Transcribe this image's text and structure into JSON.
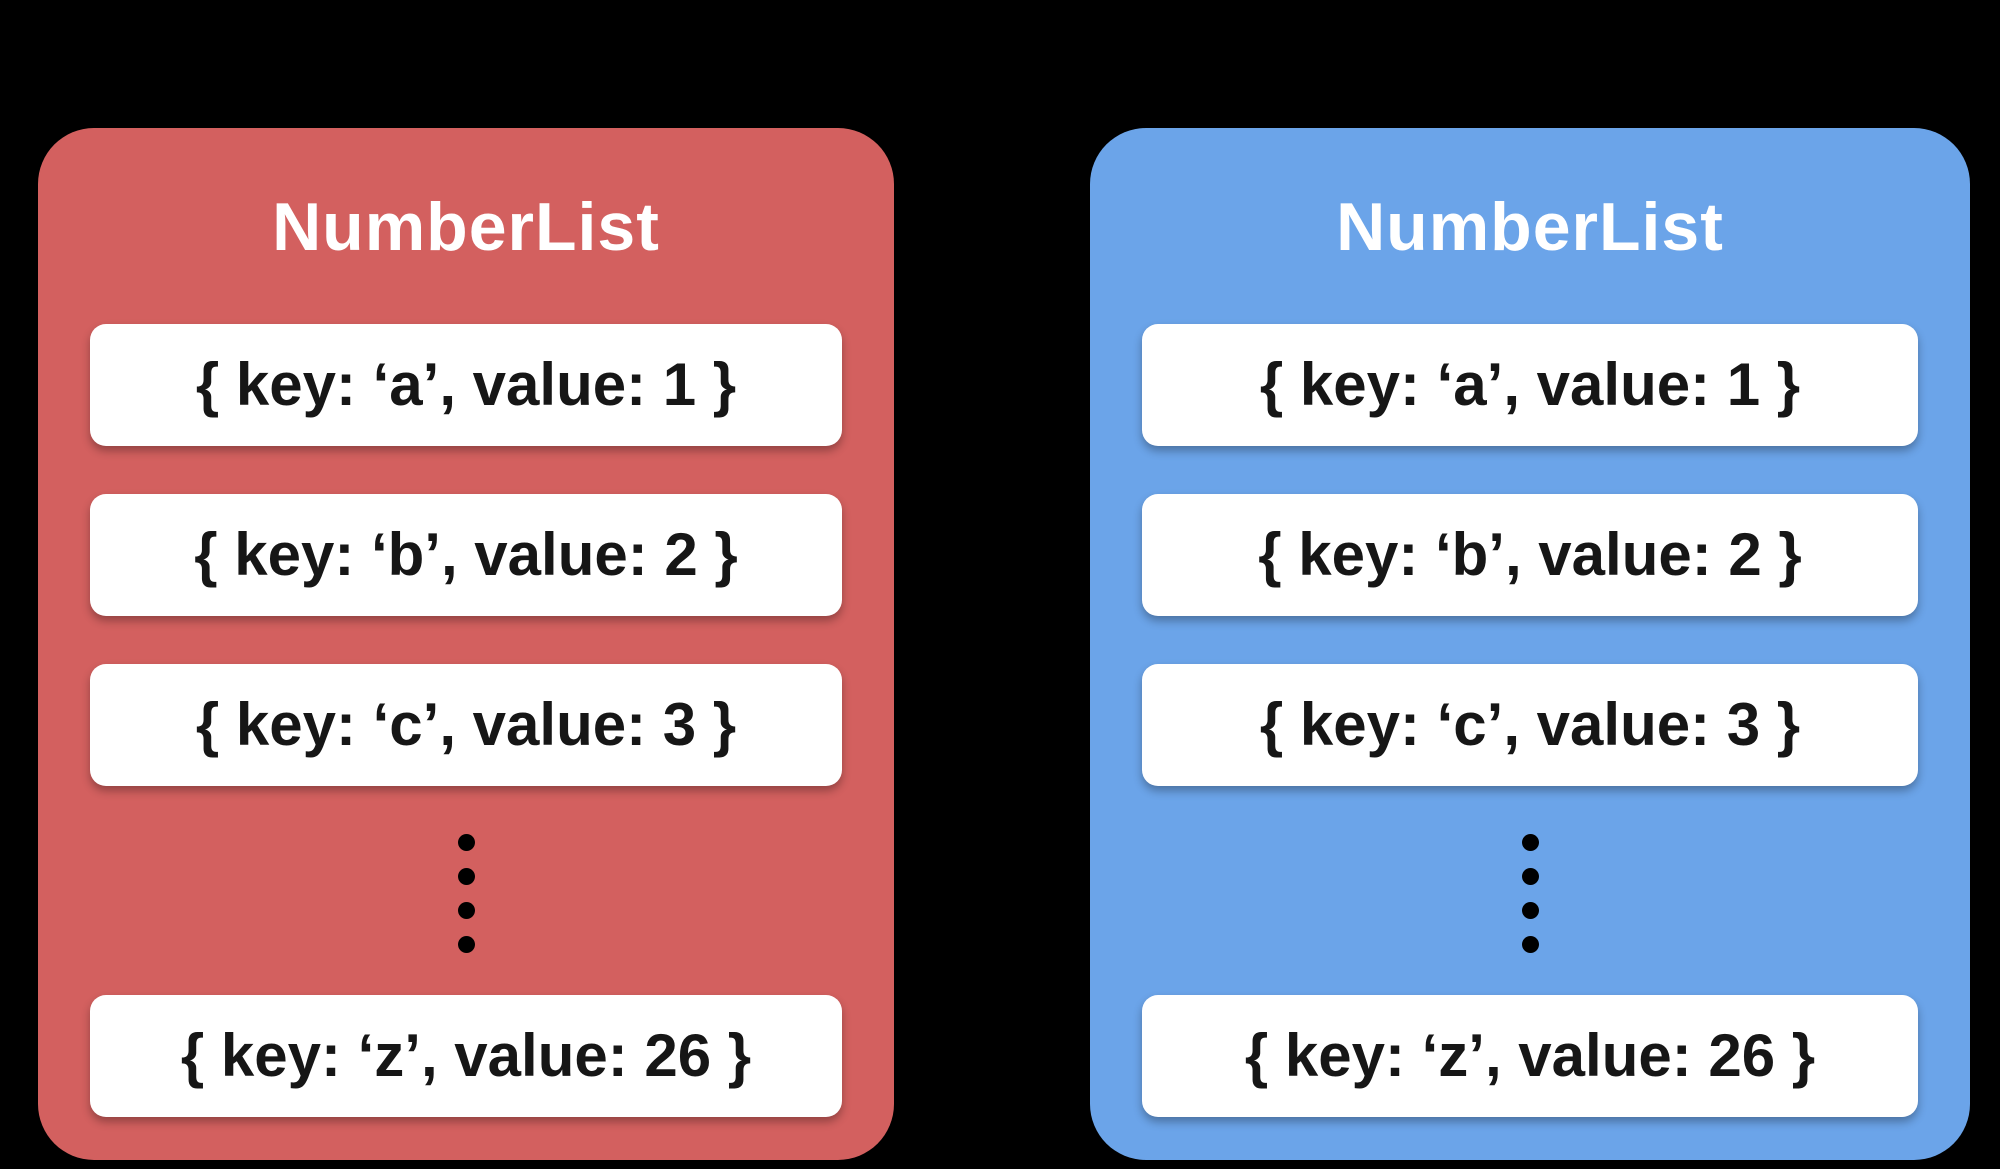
{
  "background_color": "#000000",
  "ellipsis_dots_per_card": 4,
  "cards": [
    {
      "title": "NumberList",
      "color": "#d3605f",
      "rows": [
        "{ key: ‘a’, value: 1 }",
        "{ key: ‘b’, value: 2 }",
        "{ key: ‘c’, value: 3 }",
        "{ key: ‘z’, value: 26 }"
      ]
    },
    {
      "title": "NumberList",
      "color": "#6ba4e9",
      "rows": [
        "{ key: ‘a’, value: 1 }",
        "{ key: ‘b’, value: 2 }",
        "{ key: ‘c’, value: 3 }",
        "{ key: ‘z’, value: 26 }"
      ]
    }
  ]
}
